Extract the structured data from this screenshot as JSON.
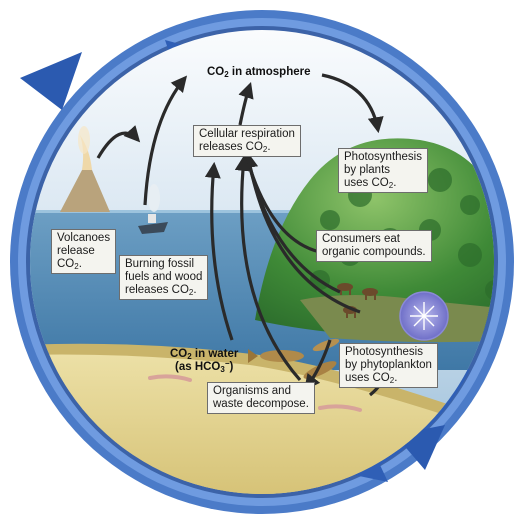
{
  "colors": {
    "ring_outer": "#3f6fc0",
    "ring_inner": "#6f9be0",
    "sky": "#8fb8d6",
    "water": "#4f88b3",
    "sediment": "#e6d592",
    "forest": "#4a8a3c",
    "label_bg": "#f4f4ef"
  },
  "atmosphere": {
    "pre": "CO",
    "sub": "2",
    "post": " in atmosphere"
  },
  "water_label": {
    "line1": {
      "pre": "CO",
      "sub": "2",
      "post": " in water"
    },
    "line2": {
      "pre": "(as HCO",
      "sub": "3",
      "sup": "−",
      "post": ")"
    }
  },
  "labels": {
    "respiration": {
      "line1": "Cellular respiration",
      "line2_pre": "releases CO",
      "line2_sub": "2",
      "line2_post": "."
    },
    "photosynthesis_plants": {
      "line1": "Photosynthesis",
      "line2": "by plants",
      "line3_pre": "uses CO",
      "line3_sub": "2",
      "line3_post": "."
    },
    "consumers": {
      "line1": "Consumers eat",
      "line2": "organic compounds."
    },
    "volcanoes": {
      "line1": "Volcanoes",
      "line2": "release",
      "line3_pre": "CO",
      "line3_sub": "2",
      "line3_post": "."
    },
    "fossil": {
      "line1": "Burning fossil",
      "line2": "fuels and wood",
      "line3_pre": "releases CO",
      "line3_sub": "2",
      "line3_post": "."
    },
    "phytoplankton": {
      "line1": "Photosynthesis",
      "line2": "by phytoplankton",
      "line3_pre": "uses CO",
      "line3_sub": "2",
      "line3_post": "."
    },
    "decompose": {
      "line1": "Organisms and",
      "line2": "waste decompose."
    }
  },
  "icons": [
    "volcano-icon",
    "ship-icon",
    "tree-icon",
    "animal-icon",
    "fish-icon",
    "phytoplankton-icon",
    "cycle-arrow-icon"
  ]
}
